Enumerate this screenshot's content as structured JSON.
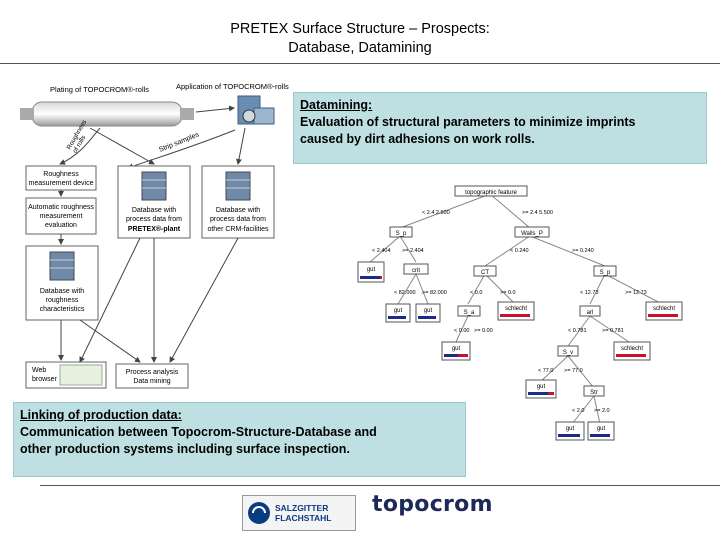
{
  "slide": {
    "title_line1": "PRETEX Surface Structure – Prospects:",
    "title_line2": "Database, Datamining"
  },
  "datamining": {
    "heading": "Datamining:",
    "text_line1": "Evaluation of structural parameters to minimize imprints",
    "text_line2": "caused by dirt adhesions on work rolls."
  },
  "linking": {
    "heading": "Linking of production data:",
    "text_line1": "Communication between Topocrom-Structure-Database and",
    "text_line2": "other production systems including surface inspection."
  },
  "flow": {
    "plating": "Plating of TOPOCROM®-rolls",
    "application": "Application of TOPOCROM®-rolls",
    "roughness_device": [
      "Roughness",
      "measurement device"
    ],
    "auto_eval": [
      "Automatic roughness",
      "measurement",
      "evaluation"
    ],
    "db_pretex": [
      "Database with",
      "process data from",
      "PRETEX®-plant"
    ],
    "db_crm": [
      "Database with",
      "process data from",
      "other CRM-facilities"
    ],
    "db_roughness": [
      "Database with",
      "roughness",
      "characteristics"
    ],
    "web_browser": [
      "Web",
      "browser"
    ],
    "process_analysis": [
      "Process analysis",
      "Data mining"
    ],
    "edge_roughness": [
      "Roughness",
      "of rolls"
    ],
    "edge_strip": "Strip samples"
  },
  "tree": {
    "root": "topographic feature",
    "split1_left": "< 2.4 2.500",
    "split1_right": ">= 2.4 5.500",
    "node_a": "S_p",
    "node_b": "Walls_P",
    "split2_a_left": "< 2.404",
    "split2_a_right": ">= 2.404",
    "split2_b_left": "< 0.240",
    "split2_b_right": ">= 0.240",
    "leaf_gut_1": "gut",
    "node_crit": "crit",
    "node_ct": "CT",
    "node_sp2": "S_p",
    "split3_crit_left": "< 82.000",
    "split3_crit_right": ">= 82.000",
    "split3_ct_left": "< 0.0",
    "split3_ct_right": ">= 0.0",
    "split3_sp_left": "< 12.73",
    "split3_sp_right": ">= 12.73",
    "leaf_gut_2": "gut",
    "leaf_gut_3": "gut",
    "node_sa": "S_a",
    "leaf_schlecht_1": "schlecht",
    "node_arl": "arl",
    "leaf_schlecht_2": "schlecht",
    "split4_sa_left": "< 0.00",
    "split4_sa_right": ">= 0.00",
    "split4_arl_left": "< 0.781",
    "split4_arl_right": ">= 0.781",
    "leaf_gut_4": "gut",
    "node_sv": "S_v",
    "leaf_schlecht_3": "schlecht",
    "split5_left": "< 77.0",
    "split5_right": ">= 77.0",
    "leaf_gut_5": "gut",
    "node_str": "Str",
    "split6_left": "< 2.0",
    "split6_right": ">= 2.0",
    "leaf_gut_6": "gut",
    "leaf_gut_7": "gut"
  },
  "logos": {
    "salzgitter_line1": "SALZGITTER",
    "salzgitter_line2": "FLACHSTAHL",
    "topocrom": "topocrom"
  },
  "colors": {
    "callout_bg": "#bfe0e3",
    "leaf_good": "#1d2a8a",
    "leaf_bad": "#c8102e"
  }
}
